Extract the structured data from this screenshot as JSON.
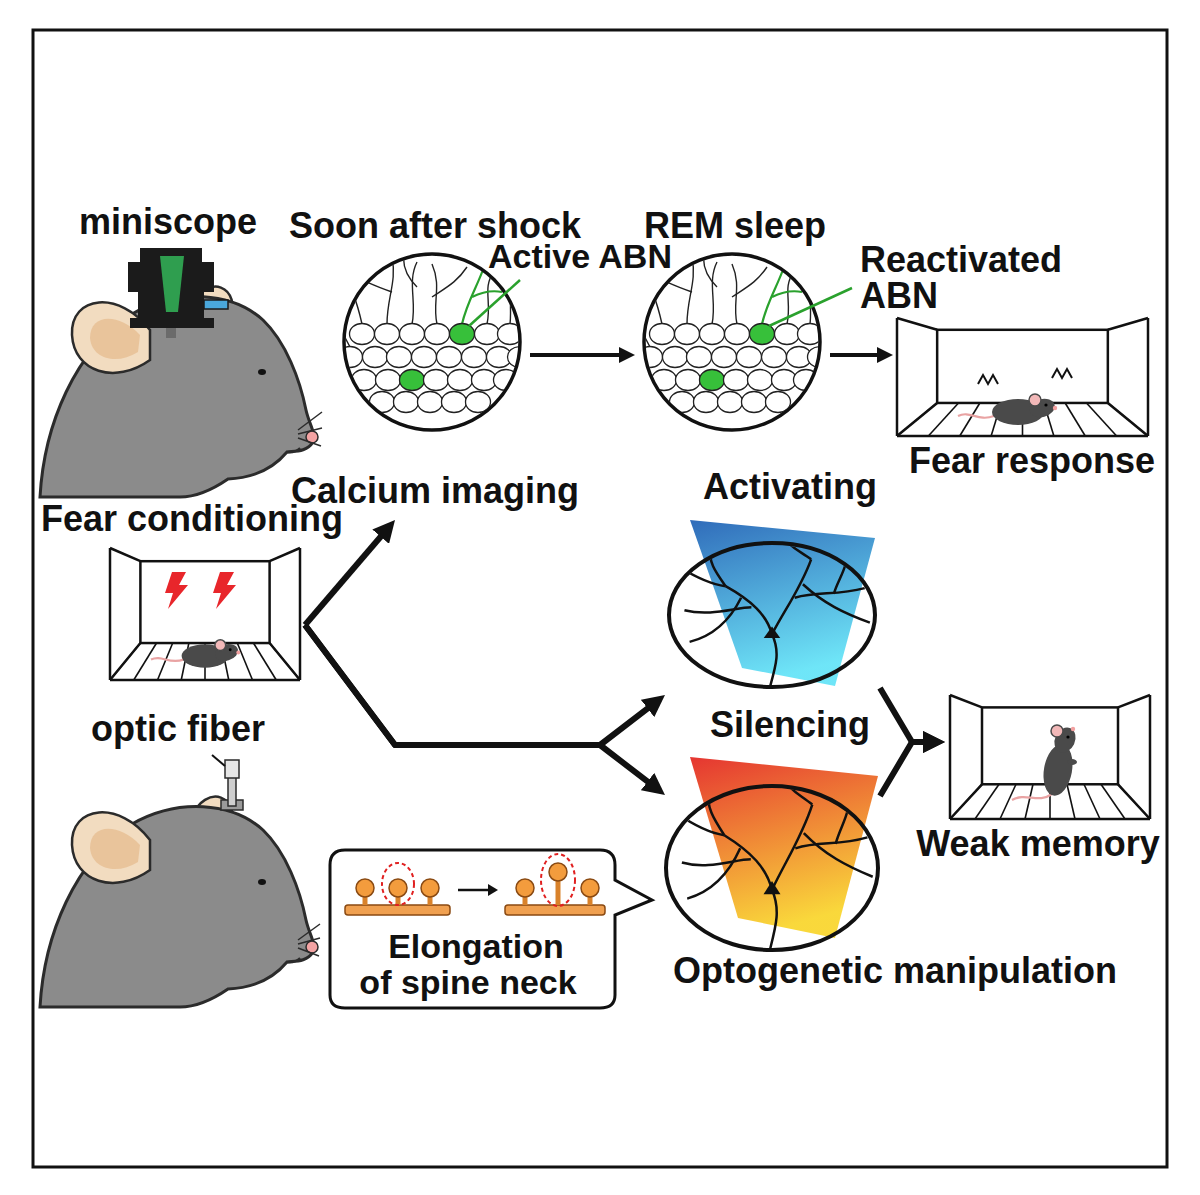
{
  "diagram": {
    "nodes": [
      {
        "text": [
          "Soon after shock",
          "Active ABN",
          "Calcium imaging"
        ]
      },
      {
        "text": [
          "REM sleep",
          "Reactivated ABN"
        ]
      },
      {
        "text": [
          "Fear response"
        ]
      },
      {
        "text": [
          "Fear conditioning"
        ]
      },
      {
        "text": [
          "Activating"
        ]
      },
      {
        "text": [
          "Silencing",
          "Optogenetic manipulation"
        ]
      },
      {
        "text": [
          "Weak memory"
        ]
      },
      {
        "text": [
          "Elongation of spine neck"
        ]
      }
    ],
    "edges": [
      {
        "from": 0,
        "to": 1,
        "arrow": "to"
      },
      {
        "from": 1,
        "to": 2,
        "arrow": "to"
      },
      {
        "from": 3,
        "to": 0,
        "arrow": "to"
      },
      {
        "from": 3,
        "to": 4,
        "arrow": "to"
      },
      {
        "from": 3,
        "to": 5,
        "arrow": "to"
      },
      {
        "from": 4,
        "to": 6,
        "arrow": "to"
      },
      {
        "from": 5,
        "to": 6,
        "arrow": "to"
      }
    ],
    "labels": [
      "miniscope",
      "optic fiber"
    ]
  }
}
